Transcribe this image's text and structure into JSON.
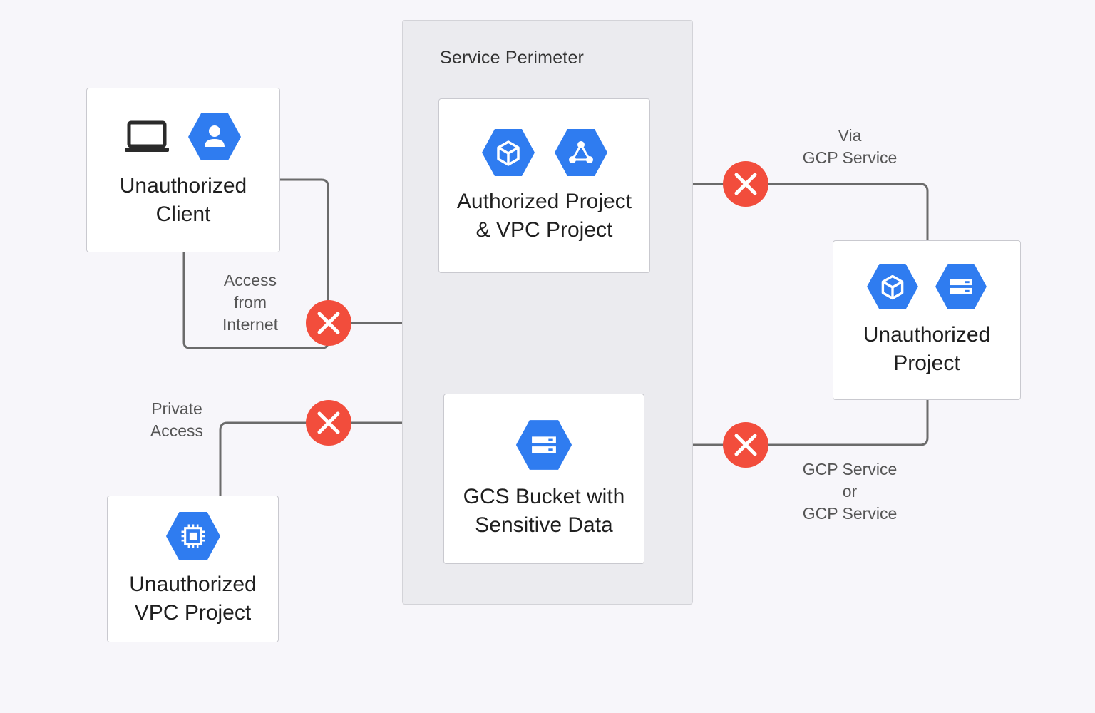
{
  "perimeter": {
    "label": "Service Perimeter"
  },
  "nodes": {
    "unauthorized_client": {
      "title": "Unauthorized\nClient"
    },
    "authorized_project": {
      "title": "Authorized Project\n& VPC Project"
    },
    "gcs_bucket": {
      "title": "GCS Bucket with\nSensitive Data"
    },
    "unauthorized_project": {
      "title": "Unauthorized\nProject"
    },
    "unauthorized_vpc": {
      "title": "Unauthorized\nVPC Project"
    }
  },
  "edges": {
    "access_from_internet": "Access\nfrom\nInternet",
    "private_access": "Private\nAccess",
    "via_gcp_service": "Via\nGCP Service",
    "gcp_service_or": "GCP Service\nor\nGCP Service"
  },
  "icons": {
    "laptop": "laptop-icon",
    "user": "user-icon",
    "compute": "compute-engine-icon",
    "network": "network-topology-icon",
    "storage": "cloud-storage-icon",
    "chip": "chip-icon",
    "blocked": "blocked-x-icon",
    "bidirectional": "bidirectional-arrow-icon"
  },
  "colors": {
    "gcp_blue": "#2f7cf0",
    "blocked_red": "#f24d3c",
    "allowed_green": "#1f8a4c",
    "connector_gray": "#6b6b6b"
  }
}
